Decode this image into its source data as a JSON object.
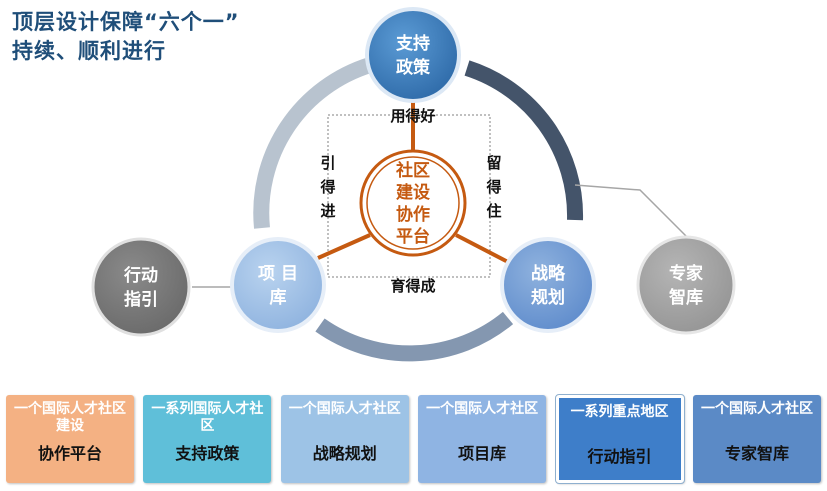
{
  "title": {
    "line1": "顶层设计保障“六个一”",
    "line2": "持续、顺利进行"
  },
  "center": {
    "lines": [
      "社区",
      "建设",
      "协作",
      "平台"
    ]
  },
  "nodes": {
    "support": {
      "lines": [
        "支持",
        "政策"
      ]
    },
    "project": {
      "lines": [
        "项 目",
        "库"
      ]
    },
    "strategy": {
      "lines": [
        "战略",
        "规划"
      ]
    },
    "action": {
      "lines": [
        "行动",
        "指引"
      ]
    },
    "experts": {
      "lines": [
        "专家",
        "智库"
      ]
    }
  },
  "connectors": {
    "top": "用得好",
    "left": [
      "引",
      "得",
      "进"
    ],
    "right": [
      "留",
      "得",
      "住"
    ],
    "bottom": "育得成"
  },
  "cards": [
    {
      "top": "一个国际人才社区建设",
      "bottom": "协作平台",
      "color": "#f4b183"
    },
    {
      "top": "一系列国际人才社区",
      "bottom": "支持政策",
      "color": "#5fbfd9"
    },
    {
      "top": "一个国际人才社区",
      "bottom": "战略规划",
      "color": "#9dc3e6"
    },
    {
      "top": "一个国际人才社区",
      "bottom": "项目库",
      "color": "#8fb4e3"
    },
    {
      "top": "一系列重点地区",
      "bottom": "行动指引",
      "color": "#3e7ec9"
    },
    {
      "top": "一个国际人才社区",
      "bottom": "专家智库",
      "color": "#5b8ac6"
    }
  ],
  "colors": {
    "accent": "#c55a11",
    "center_text": "#c55a11",
    "title": "#1f4e79",
    "ring_dark": "#44546a",
    "ring_light": "#b8c3cf"
  }
}
